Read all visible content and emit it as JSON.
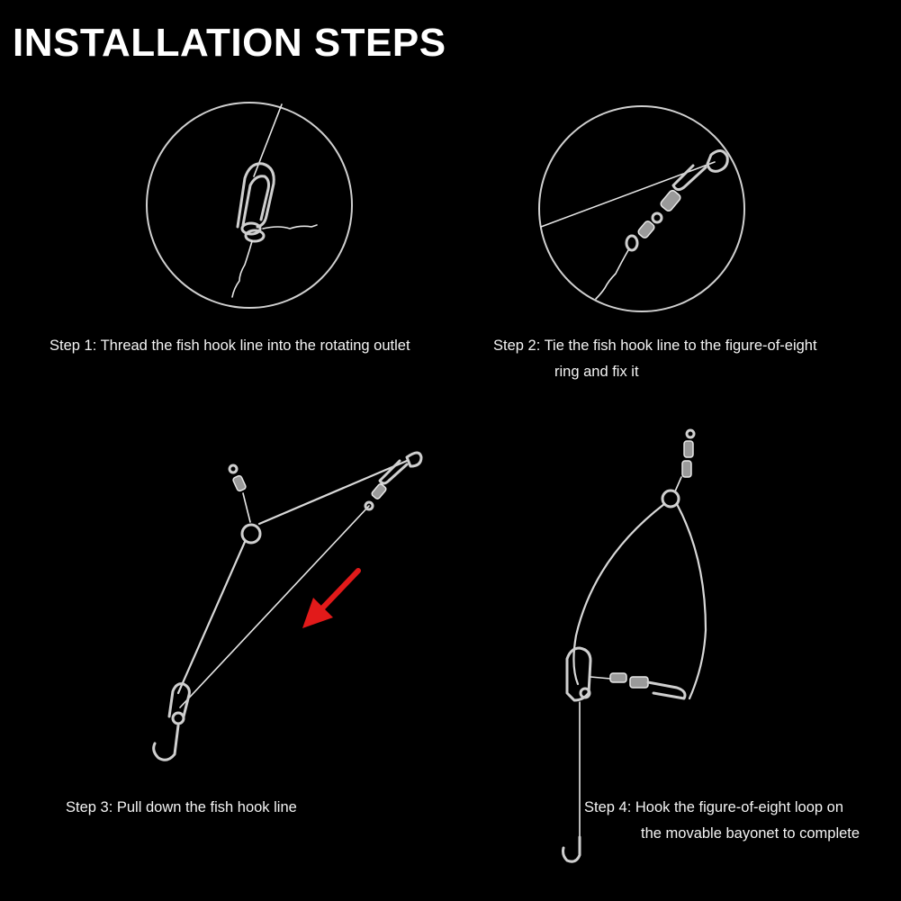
{
  "header": {
    "title": "INSTALLATION STEPS"
  },
  "steps": [
    {
      "lines": [
        "Step 1: Thread the fish hook line into the rotating outlet"
      ]
    },
    {
      "lines": [
        "Step 2: Tie the fish hook line to the figure-of-eight",
        "ring and fix it"
      ]
    },
    {
      "lines": [
        "Step 3: Pull down the fish hook line"
      ]
    },
    {
      "lines": [
        "Step 4: Hook the figure-of-eight loop on",
        "the movable  bayonet to complete"
      ]
    }
  ],
  "colors": {
    "background": "#000000",
    "text": "#ffffff",
    "arrow": "#e21a1a"
  },
  "icons": [
    "hook-icon",
    "swivel-icon",
    "snap-icon",
    "ring-icon",
    "arrow-icon"
  ]
}
